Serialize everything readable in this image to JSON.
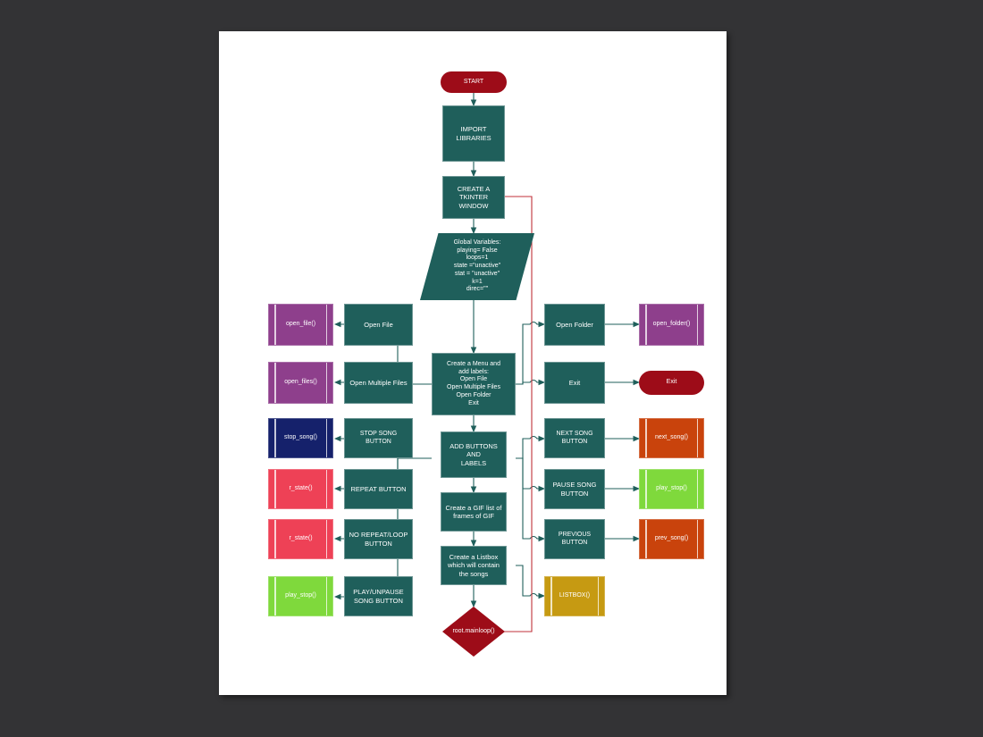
{
  "document": {
    "background_color": "#333335",
    "page_color": "#ffffff",
    "title": "Music Player Tkinter Application Flowchart"
  },
  "palette": {
    "teal": "#1f5f5b",
    "dark_red": "#9d0c18",
    "purple": "#8e3f8c",
    "navy": "#15216b",
    "pink_red": "#ee4156",
    "green": "#7fd93c",
    "orange": "#c9430c",
    "gold": "#c69a12",
    "connector": "#1f5f5b",
    "feedback": "#c0323a"
  },
  "nodes": {
    "start": {
      "label": "START",
      "shape": "terminator",
      "color": "#9d0c18"
    },
    "import_libraries": {
      "label": "IMPORT LIBRARIES",
      "shape": "process",
      "color": "#1f5f5b"
    },
    "create_window": {
      "label": "CREATE A TKINTER\nWINDOW",
      "shape": "process",
      "color": "#1f5f5b"
    },
    "global_variables": {
      "label": "Global Variables:\nplaying= False\nloops=1\nstate =\"unactive\"\nstat = \"unactive\"\nk=1\ndirec=\"\"",
      "shape": "parallelogram",
      "color": "#1f5f5b"
    },
    "create_menu": {
      "label": "Create a Menu and\nadd labels:\nOpen File\nOpen Multiple Files\nOpen Folder\nExit",
      "shape": "process",
      "color": "#1f5f5b"
    },
    "add_buttons": {
      "label": "ADD BUTTONS AND\nLABELS",
      "shape": "process",
      "color": "#1f5f5b"
    },
    "create_gif": {
      "label": "Create a GIF list of\nframes of GIF",
      "shape": "process",
      "color": "#1f5f5b"
    },
    "create_listbox": {
      "label": "Create a Listbox\nwhich will contain\nthe songs",
      "shape": "process",
      "color": "#1f5f5b"
    },
    "mainloop": {
      "label": "root.mainloop()",
      "shape": "diamond",
      "color": "#9d0c18"
    },
    "open_file": {
      "label": "Open File",
      "shape": "process",
      "color": "#1f5f5b"
    },
    "open_multiple_files": {
      "label": "Open Multiple Files",
      "shape": "process",
      "color": "#1f5f5b"
    },
    "stop_song_button": {
      "label": "STOP SONG BUTTON",
      "shape": "process",
      "color": "#1f5f5b"
    },
    "repeat_button": {
      "label": "REPEAT BUTTON",
      "shape": "process",
      "color": "#1f5f5b"
    },
    "no_repeat_loop_button": {
      "label": "NO REPEAT/LOOP\nBUTTON",
      "shape": "process",
      "color": "#1f5f5b"
    },
    "play_unpause_song_button": {
      "label": "PLAY/UNPAUSE\nSONG BUTTON",
      "shape": "process",
      "color": "#1f5f5b"
    },
    "open_file_fn": {
      "label": "open_file()",
      "shape": "predefined",
      "color": "#8e3f8c"
    },
    "open_files_fn": {
      "label": "open_files()",
      "shape": "predefined",
      "color": "#8e3f8c"
    },
    "stop_song_fn": {
      "label": "stop_song()",
      "shape": "predefined",
      "color": "#15216b"
    },
    "r_state_fn_1": {
      "label": "r_state()",
      "shape": "predefined",
      "color": "#ee4156"
    },
    "r_state_fn_2": {
      "label": "r_state()",
      "shape": "predefined",
      "color": "#ee4156"
    },
    "play_stop_fn_left": {
      "label": "play_stop()",
      "shape": "predefined",
      "color": "#7fd93c"
    },
    "open_folder": {
      "label": "Open Folder",
      "shape": "process",
      "color": "#1f5f5b"
    },
    "exit_box": {
      "label": "Exit",
      "shape": "process",
      "color": "#1f5f5b"
    },
    "next_song_button": {
      "label": "NEXT SONG BUTTON",
      "shape": "process",
      "color": "#1f5f5b"
    },
    "pause_song_button": {
      "label": "PAUSE SONG\nBUTTON",
      "shape": "process",
      "color": "#1f5f5b"
    },
    "previous_button": {
      "label": "PREVIOUS BUTTON",
      "shape": "process",
      "color": "#1f5f5b"
    },
    "open_folder_fn": {
      "label": "open_folder()",
      "shape": "predefined",
      "color": "#8e3f8c"
    },
    "exit_terminator": {
      "label": "Exit",
      "shape": "terminator",
      "color": "#9d0c18"
    },
    "next_song_fn": {
      "label": "next_song()",
      "shape": "predefined",
      "color": "#c9430c"
    },
    "play_stop_fn_right": {
      "label": "play_stop()",
      "shape": "predefined",
      "color": "#7fd93c"
    },
    "prev_song_fn": {
      "label": "prev_song()",
      "shape": "predefined",
      "color": "#c9430c"
    },
    "listbox_fn": {
      "label": "LISTBOX()",
      "shape": "predefined",
      "color": "#c69a12"
    }
  }
}
